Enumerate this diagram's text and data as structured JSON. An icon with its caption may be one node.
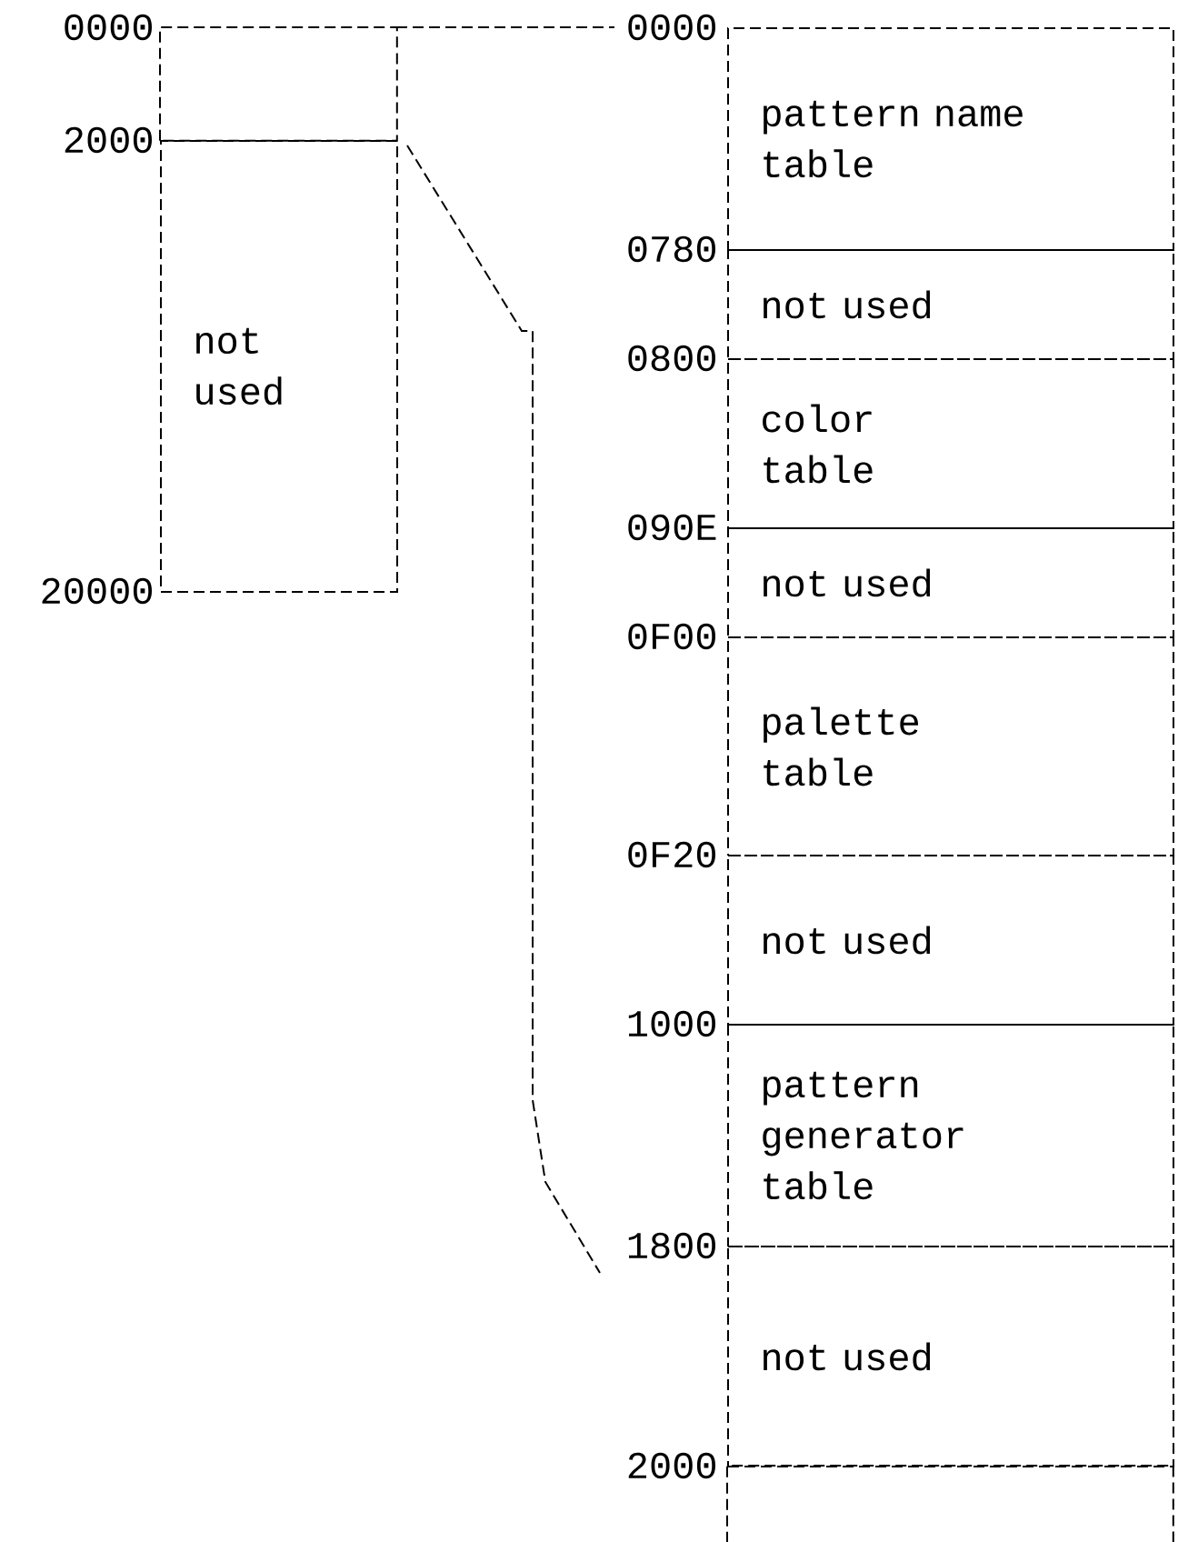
{
  "diagram": {
    "nodes": [
      {
        "text": [],
        "shape": "box"
      },
      {
        "text": [
          "not used"
        ]
      },
      {
        "text": [
          "pattern name table"
        ]
      },
      {
        "text": [
          "not used"
        ]
      },
      {
        "text": [
          "color table"
        ]
      },
      {
        "text": [
          "not used"
        ]
      },
      {
        "text": [
          "palette table"
        ]
      },
      {
        "text": [
          "not used"
        ]
      },
      {
        "text": [
          "pattern generator table"
        ]
      },
      {
        "text": [
          "not used"
        ]
      },
      {
        "text": [],
        "shape": "box"
      }
    ],
    "labels": [
      "0000",
      "0000",
      "2000",
      "0780",
      "0800",
      "090E",
      "20000",
      "0F00",
      "0F20",
      "1000",
      "1800",
      "2000"
    ]
  }
}
